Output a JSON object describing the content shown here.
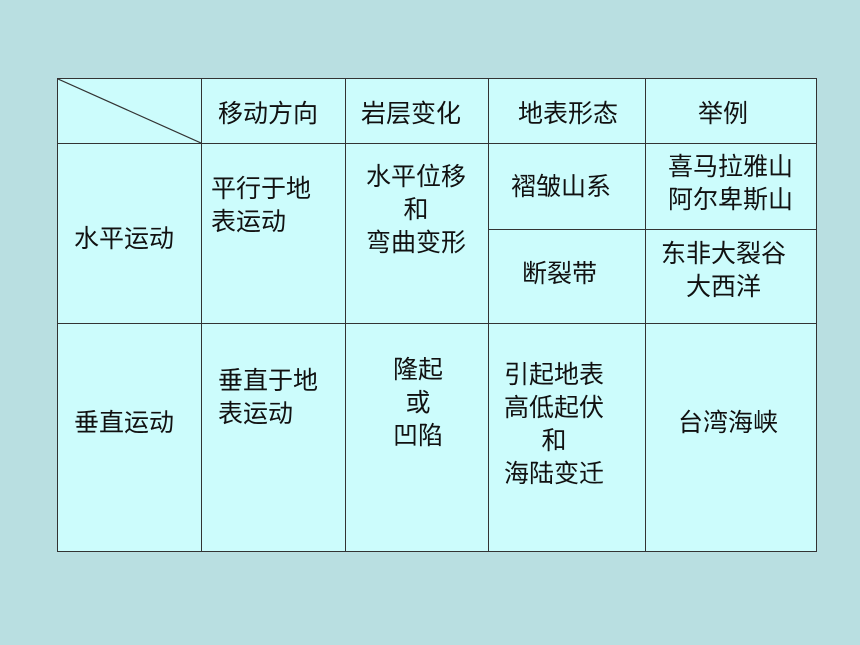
{
  "headers": {
    "direction": "移动方向",
    "strata": "岩层变化",
    "landform": "地表形态",
    "example": "举例"
  },
  "rows": {
    "horizontal": {
      "name": "水平运动",
      "direction": "平行于地\n表运动",
      "strata": "水平位移\n和\n弯曲变形",
      "landform_1": "褶皱山系",
      "example_1": "喜马拉雅山\n阿尔卑斯山",
      "landform_2": "断裂带",
      "example_2": "东非大裂谷\n大西洋"
    },
    "vertical": {
      "name": "垂直运动",
      "direction": "垂直于地\n表运动",
      "strata": "隆起\n或\n凹陷",
      "landform": "引起地表\n高低起伏\n和\n海陆变迁",
      "example": "台湾海峡"
    }
  }
}
